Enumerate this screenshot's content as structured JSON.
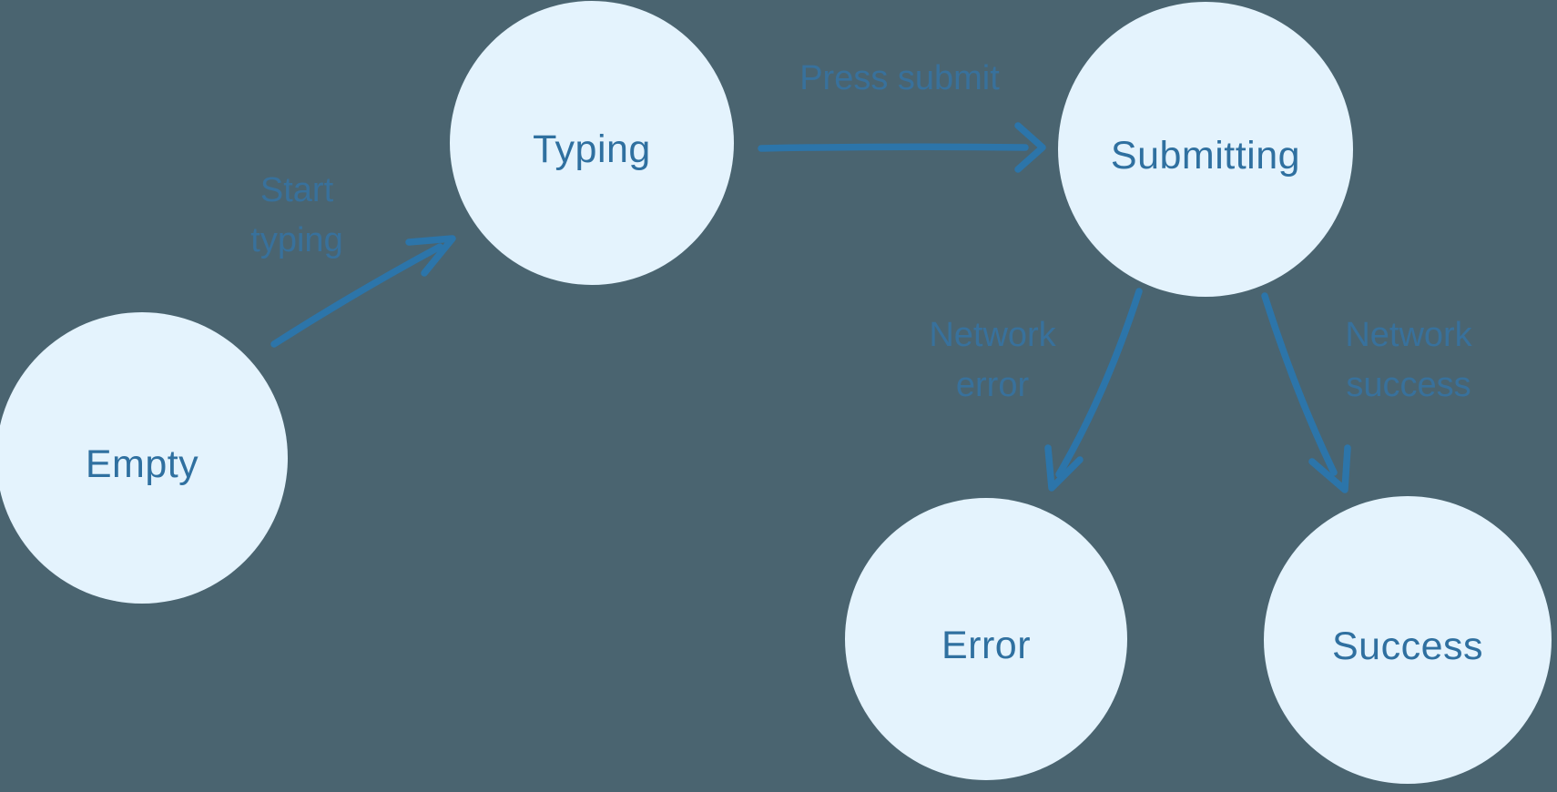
{
  "diagram": {
    "kind": "state-machine",
    "colors": {
      "background": "#4A6470",
      "node_fill": "#E4F3FD",
      "node_text": "#2F70A0",
      "arrow": "#2C75AA",
      "edge_label_text": "#38719C"
    },
    "nodes": [
      {
        "id": "empty",
        "label": "Empty"
      },
      {
        "id": "typing",
        "label": "Typing"
      },
      {
        "id": "submitting",
        "label": "Submitting"
      },
      {
        "id": "error",
        "label": "Error"
      },
      {
        "id": "success",
        "label": "Success"
      }
    ],
    "edges": [
      {
        "id": "empty-typing",
        "from": "Empty",
        "to": "Typing",
        "label": "Start typing",
        "label_line1": "Start",
        "label_line2": "typing"
      },
      {
        "id": "typing-submitting",
        "from": "Typing",
        "to": "Submitting",
        "label": "Press submit",
        "label_line1": "Press submit"
      },
      {
        "id": "submitting-error",
        "from": "Submitting",
        "to": "Error",
        "label": "Network error",
        "label_line1": "Network",
        "label_line2": "error"
      },
      {
        "id": "submitting-success",
        "from": "Submitting",
        "to": "Success",
        "label": "Network success",
        "label_line1": "Network",
        "label_line2": "success"
      }
    ]
  }
}
